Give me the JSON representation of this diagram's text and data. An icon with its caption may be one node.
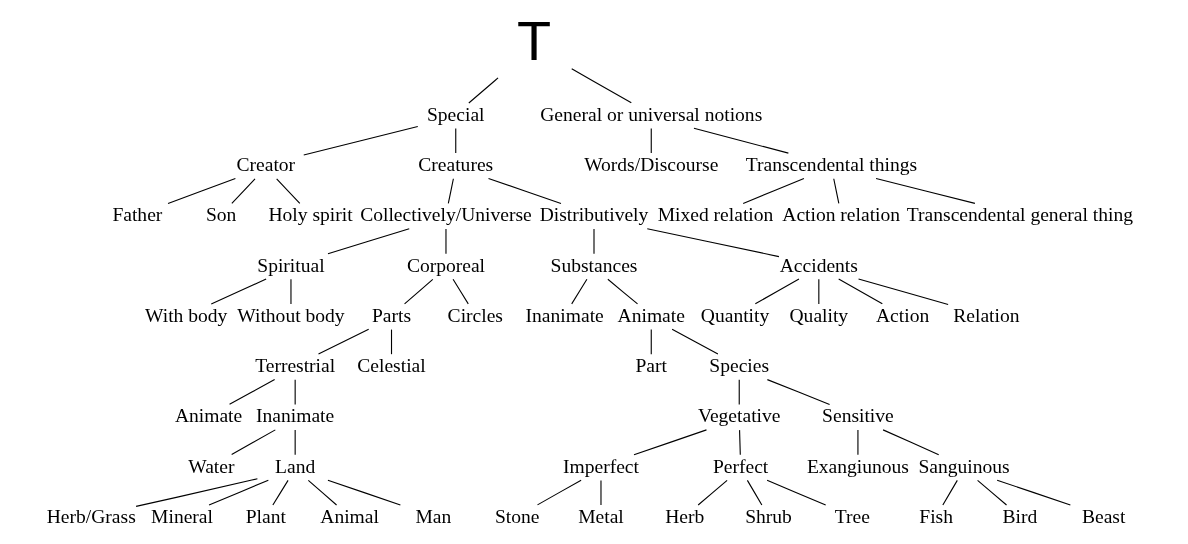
{
  "diagram": {
    "nodes": [
      {
        "text": [
          "T"
        ]
      },
      {
        "text": [
          "Special"
        ]
      },
      {
        "text": [
          "General or universal notions"
        ]
      },
      {
        "text": [
          "Creator"
        ]
      },
      {
        "text": [
          "Creatures"
        ]
      },
      {
        "text": [
          "Words/Discourse"
        ]
      },
      {
        "text": [
          "Transcendental things"
        ]
      },
      {
        "text": [
          "Father"
        ]
      },
      {
        "text": [
          "Son"
        ]
      },
      {
        "text": [
          "Holy spirit"
        ]
      },
      {
        "text": [
          "Collectively/Universe"
        ]
      },
      {
        "text": [
          "Distributively"
        ]
      },
      {
        "text": [
          "Mixed relation"
        ]
      },
      {
        "text": [
          "Action relation"
        ]
      },
      {
        "text": [
          "Transcendental general thing"
        ]
      },
      {
        "text": [
          "Spiritual"
        ]
      },
      {
        "text": [
          "Corporeal"
        ]
      },
      {
        "text": [
          "Substances"
        ]
      },
      {
        "text": [
          "Accidents"
        ]
      },
      {
        "text": [
          "With body"
        ]
      },
      {
        "text": [
          "Without body"
        ]
      },
      {
        "text": [
          "Parts"
        ]
      },
      {
        "text": [
          "Circles"
        ]
      },
      {
        "text": [
          "Inanimate"
        ]
      },
      {
        "text": [
          "Animate"
        ]
      },
      {
        "text": [
          "Quantity"
        ]
      },
      {
        "text": [
          "Quality"
        ]
      },
      {
        "text": [
          "Action"
        ]
      },
      {
        "text": [
          "Relation"
        ]
      },
      {
        "text": [
          "Terrestrial"
        ]
      },
      {
        "text": [
          "Celestial"
        ]
      },
      {
        "text": [
          "Part"
        ]
      },
      {
        "text": [
          "Species"
        ]
      },
      {
        "text": [
          "Animate"
        ]
      },
      {
        "text": [
          "Inanimate"
        ]
      },
      {
        "text": [
          "Vegetative"
        ]
      },
      {
        "text": [
          "Sensitive"
        ]
      },
      {
        "text": [
          "Water"
        ]
      },
      {
        "text": [
          "Land"
        ]
      },
      {
        "text": [
          "Imperfect"
        ]
      },
      {
        "text": [
          "Perfect"
        ]
      },
      {
        "text": [
          "Exangiunous"
        ]
      },
      {
        "text": [
          "Sanguinous"
        ]
      },
      {
        "text": [
          "Herb/Grass"
        ]
      },
      {
        "text": [
          "Mineral"
        ]
      },
      {
        "text": [
          "Plant"
        ]
      },
      {
        "text": [
          "Animal"
        ]
      },
      {
        "text": [
          "Man"
        ]
      },
      {
        "text": [
          "Stone"
        ]
      },
      {
        "text": [
          "Metal"
        ]
      },
      {
        "text": [
          "Herb"
        ]
      },
      {
        "text": [
          "Shrub"
        ]
      },
      {
        "text": [
          "Tree"
        ]
      },
      {
        "text": [
          "Fish"
        ]
      },
      {
        "text": [
          "Bird"
        ]
      },
      {
        "text": [
          "Beast"
        ]
      }
    ],
    "edges": [
      {
        "from": 0,
        "to": 1,
        "arrow": "none"
      },
      {
        "from": 0,
        "to": 2,
        "arrow": "none"
      },
      {
        "from": 1,
        "to": 3,
        "arrow": "none"
      },
      {
        "from": 1,
        "to": 4,
        "arrow": "none"
      },
      {
        "from": 2,
        "to": 5,
        "arrow": "none"
      },
      {
        "from": 2,
        "to": 6,
        "arrow": "none"
      },
      {
        "from": 3,
        "to": 7,
        "arrow": "none"
      },
      {
        "from": 3,
        "to": 8,
        "arrow": "none"
      },
      {
        "from": 3,
        "to": 9,
        "arrow": "none"
      },
      {
        "from": 4,
        "to": 10,
        "arrow": "none"
      },
      {
        "from": 4,
        "to": 11,
        "arrow": "none"
      },
      {
        "from": 6,
        "to": 12,
        "arrow": "none"
      },
      {
        "from": 6,
        "to": 13,
        "arrow": "none"
      },
      {
        "from": 6,
        "to": 14,
        "arrow": "none"
      },
      {
        "from": 10,
        "to": 15,
        "arrow": "none"
      },
      {
        "from": 10,
        "to": 16,
        "arrow": "none"
      },
      {
        "from": 11,
        "to": 17,
        "arrow": "none"
      },
      {
        "from": 11,
        "to": 18,
        "arrow": "none"
      },
      {
        "from": 15,
        "to": 19,
        "arrow": "none"
      },
      {
        "from": 15,
        "to": 20,
        "arrow": "none"
      },
      {
        "from": 16,
        "to": 21,
        "arrow": "none"
      },
      {
        "from": 16,
        "to": 22,
        "arrow": "none"
      },
      {
        "from": 17,
        "to": 23,
        "arrow": "none"
      },
      {
        "from": 17,
        "to": 24,
        "arrow": "none"
      },
      {
        "from": 18,
        "to": 25,
        "arrow": "none"
      },
      {
        "from": 18,
        "to": 26,
        "arrow": "none"
      },
      {
        "from": 18,
        "to": 27,
        "arrow": "none"
      },
      {
        "from": 18,
        "to": 28,
        "arrow": "none"
      },
      {
        "from": 21,
        "to": 29,
        "arrow": "none"
      },
      {
        "from": 21,
        "to": 30,
        "arrow": "none"
      },
      {
        "from": 24,
        "to": 31,
        "arrow": "none"
      },
      {
        "from": 24,
        "to": 32,
        "arrow": "none"
      },
      {
        "from": 29,
        "to": 33,
        "arrow": "none"
      },
      {
        "from": 29,
        "to": 34,
        "arrow": "none"
      },
      {
        "from": 32,
        "to": 35,
        "arrow": "none"
      },
      {
        "from": 32,
        "to": 36,
        "arrow": "none"
      },
      {
        "from": 34,
        "to": 37,
        "arrow": "none"
      },
      {
        "from": 34,
        "to": 38,
        "arrow": "none"
      },
      {
        "from": 35,
        "to": 39,
        "arrow": "none"
      },
      {
        "from": 35,
        "to": 40,
        "arrow": "none"
      },
      {
        "from": 36,
        "to": 41,
        "arrow": "none"
      },
      {
        "from": 36,
        "to": 42,
        "arrow": "none"
      },
      {
        "from": 38,
        "to": 43,
        "arrow": "none"
      },
      {
        "from": 38,
        "to": 44,
        "arrow": "none"
      },
      {
        "from": 38,
        "to": 45,
        "arrow": "none"
      },
      {
        "from": 38,
        "to": 46,
        "arrow": "none"
      },
      {
        "from": 38,
        "to": 47,
        "arrow": "none"
      },
      {
        "from": 39,
        "to": 48,
        "arrow": "none"
      },
      {
        "from": 39,
        "to": 49,
        "arrow": "none"
      },
      {
        "from": 40,
        "to": 50,
        "arrow": "none"
      },
      {
        "from": 40,
        "to": 51,
        "arrow": "none"
      },
      {
        "from": 40,
        "to": 52,
        "arrow": "none"
      },
      {
        "from": 42,
        "to": 53,
        "arrow": "none"
      },
      {
        "from": 42,
        "to": 54,
        "arrow": "none"
      },
      {
        "from": 42,
        "to": 55,
        "arrow": "none"
      }
    ]
  }
}
